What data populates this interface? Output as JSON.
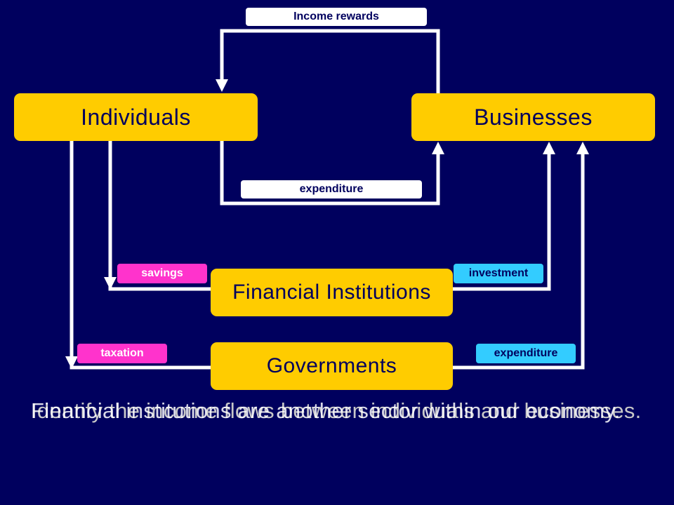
{
  "nodes": {
    "individuals": "Individuals",
    "businesses": "Businesses",
    "financial_institutions": "Financial Institutions",
    "governments": "Governments"
  },
  "flows": {
    "income_rewards": "Income rewards",
    "expenditure_to_businesses": "expenditure",
    "savings": "savings",
    "investment": "investment",
    "taxation": "taxation",
    "government_expenditure": "expenditure"
  },
  "captions": {
    "first": "Identify the income flows between individuals and businesses.",
    "second": "Financial institutions are another sector within our economy."
  },
  "colors": {
    "background": "#00005e",
    "node_fill": "#ffcc00",
    "arrow": "#ffffff",
    "savings_label": "#ff33cc",
    "investment_label": "#33ccff"
  }
}
